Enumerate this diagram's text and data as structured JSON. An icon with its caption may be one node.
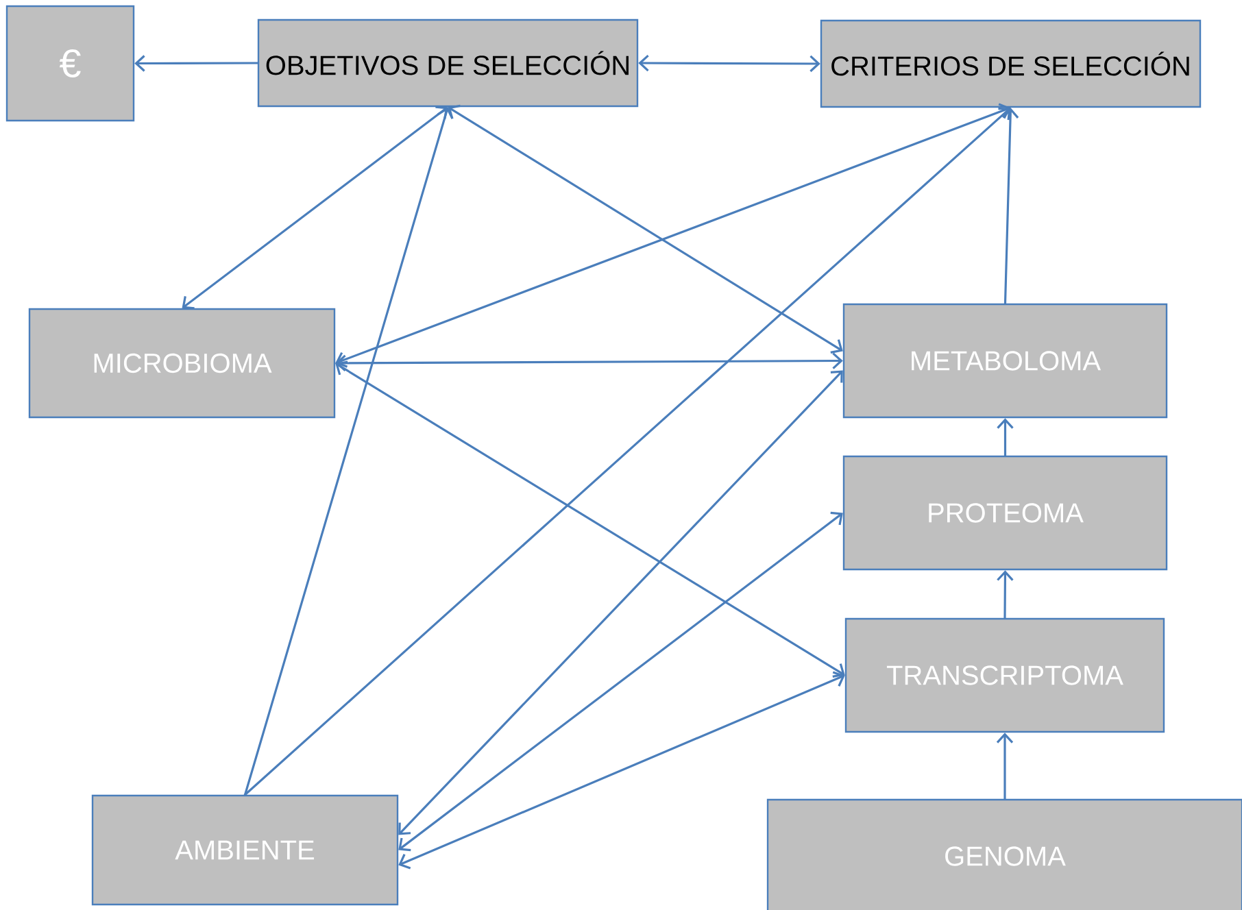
{
  "diagram": {
    "nodes": [
      {
        "text": [
          "€"
        ]
      },
      {
        "text": [
          "OBJETIVOS DE SELECCIÓN"
        ]
      },
      {
        "text": [
          "CRITERIOS DE SELECCIÓN"
        ]
      },
      {
        "text": [
          "MICROBIOMA"
        ]
      },
      {
        "text": [
          "METABOLOMA"
        ]
      },
      {
        "text": [
          "PROTEOMA"
        ]
      },
      {
        "text": [
          "TRANSCRIPTOMA"
        ]
      },
      {
        "text": [
          "AMBIENTE"
        ]
      },
      {
        "text": [
          "GENOMA"
        ]
      }
    ],
    "edges": [
      {
        "from": 1,
        "to": 0,
        "arrow": "to"
      },
      {
        "from": 1,
        "to": 2,
        "arrow": "both"
      },
      {
        "from": 1,
        "to": 3,
        "arrow": "both"
      },
      {
        "from": 7,
        "to": 1,
        "arrow": "to"
      },
      {
        "from": 1,
        "to": 4,
        "arrow": "both"
      },
      {
        "from": 3,
        "to": 2,
        "arrow": "both"
      },
      {
        "from": 7,
        "to": 2,
        "arrow": "to"
      },
      {
        "from": 4,
        "to": 2,
        "arrow": "to"
      },
      {
        "from": 3,
        "to": 4,
        "arrow": "both"
      },
      {
        "from": 3,
        "to": 6,
        "arrow": "both"
      },
      {
        "from": 7,
        "to": 4,
        "arrow": "both"
      },
      {
        "from": 7,
        "to": 5,
        "arrow": "both"
      },
      {
        "from": 7,
        "to": 6,
        "arrow": "both"
      },
      {
        "from": 5,
        "to": 4,
        "arrow": "to"
      },
      {
        "from": 6,
        "to": 5,
        "arrow": "to"
      },
      {
        "from": 8,
        "to": 6,
        "arrow": "to"
      }
    ]
  }
}
